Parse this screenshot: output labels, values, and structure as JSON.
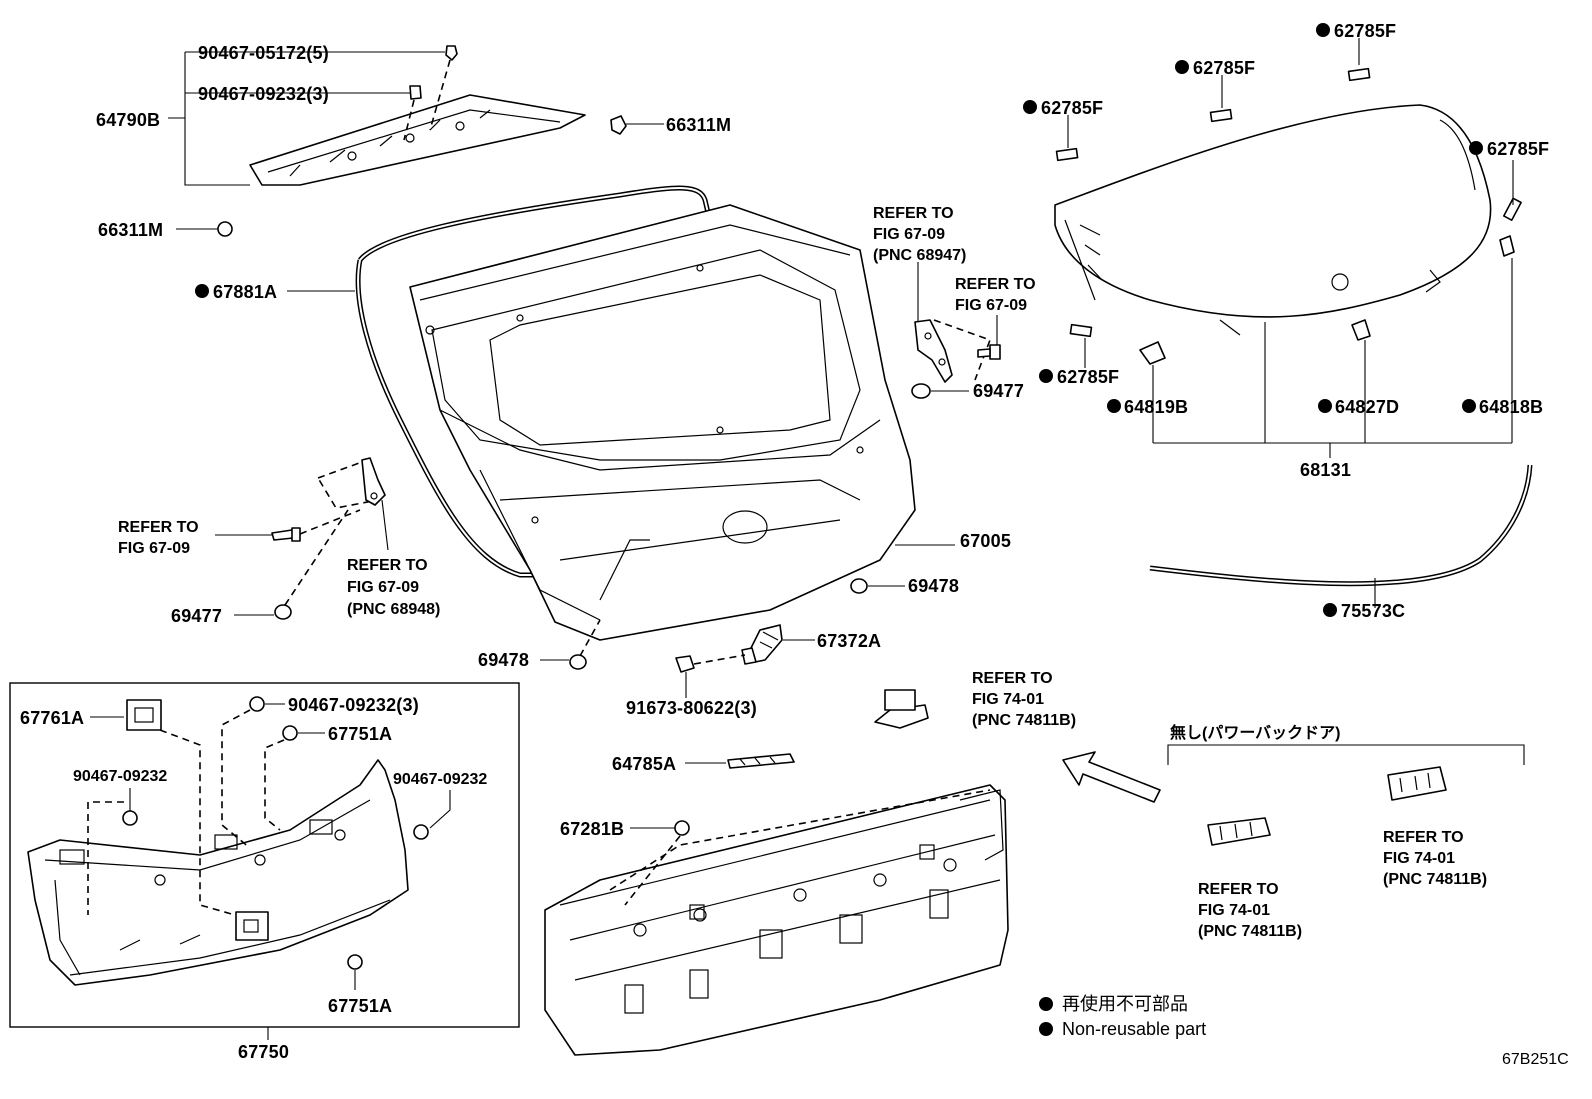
{
  "title": "67B251C",
  "legend": {
    "jp": "再使用不可部品",
    "en": "Non-reusable part"
  },
  "box_label": "67750",
  "no_power_door_note": "無し(パワーバックドア)",
  "parts": [
    {
      "id": "p90467_05172",
      "label": "90467-05172(5)",
      "non_reusable": false
    },
    {
      "id": "p90467_09232_top",
      "label": "90467-09232(3)",
      "non_reusable": false
    },
    {
      "id": "p64790B",
      "label": "64790B",
      "non_reusable": false
    },
    {
      "id": "p66311M_a",
      "label": "66311M",
      "non_reusable": false
    },
    {
      "id": "p66311M_b",
      "label": "66311M",
      "non_reusable": false
    },
    {
      "id": "p67881A",
      "label": "67881A",
      "non_reusable": true
    },
    {
      "id": "p62785F_1",
      "label": "62785F",
      "non_reusable": true
    },
    {
      "id": "p62785F_2",
      "label": "62785F",
      "non_reusable": true
    },
    {
      "id": "p62785F_3",
      "label": "62785F",
      "non_reusable": true
    },
    {
      "id": "p62785F_4",
      "label": "62785F",
      "non_reusable": true
    },
    {
      "id": "p62785F_5",
      "label": "62785F",
      "non_reusable": true
    },
    {
      "id": "p64819B",
      "label": "64819B",
      "non_reusable": true
    },
    {
      "id": "p64827D",
      "label": "64827D",
      "non_reusable": true
    },
    {
      "id": "p64818B",
      "label": "64818B",
      "non_reusable": true
    },
    {
      "id": "p68131",
      "label": "68131",
      "non_reusable": false
    },
    {
      "id": "p69477_a",
      "label": "69477",
      "non_reusable": false
    },
    {
      "id": "p69477_b",
      "label": "69477",
      "non_reusable": false
    },
    {
      "id": "p67005",
      "label": "67005",
      "non_reusable": false
    },
    {
      "id": "p69478_a",
      "label": "69478",
      "non_reusable": false
    },
    {
      "id": "p69478_b",
      "label": "69478",
      "non_reusable": false
    },
    {
      "id": "p75573C",
      "label": "75573C",
      "non_reusable": true
    },
    {
      "id": "p67372A",
      "label": "67372A",
      "non_reusable": false
    },
    {
      "id": "p91673_80622",
      "label": "91673-80622(3)",
      "non_reusable": false
    },
    {
      "id": "p64785A",
      "label": "64785A",
      "non_reusable": false
    },
    {
      "id": "p67281B",
      "label": "67281B",
      "non_reusable": false
    },
    {
      "id": "p67761A",
      "label": "67761A",
      "non_reusable": false
    },
    {
      "id": "p90467_09232_box",
      "label": "90467-09232(3)",
      "non_reusable": false
    },
    {
      "id": "p67751A_a",
      "label": "67751A",
      "non_reusable": false
    },
    {
      "id": "p67751A_b",
      "label": "67751A",
      "non_reusable": false
    },
    {
      "id": "p90467_09232_l",
      "label": "90467-09232",
      "non_reusable": false
    },
    {
      "id": "p90467_09232_r",
      "label": "90467-09232",
      "non_reusable": false
    }
  ],
  "refs": {
    "r1": [
      "REFER TO",
      "FIG 67-09",
      "(PNC 68947)"
    ],
    "r2": [
      "REFER TO",
      "FIG 67-09"
    ],
    "r3": [
      "REFER TO",
      "FIG 67-09"
    ],
    "r4": [
      "REFER TO",
      "FIG 67-09",
      "(PNC 68948)"
    ],
    "r5": [
      "REFER TO",
      "FIG 74-01",
      "(PNC 74811B)"
    ],
    "r6": [
      "REFER TO",
      "FIG 74-01",
      "(PNC 74811B)"
    ],
    "r7": [
      "REFER TO",
      "FIG 74-01",
      "(PNC 74811B)"
    ]
  }
}
